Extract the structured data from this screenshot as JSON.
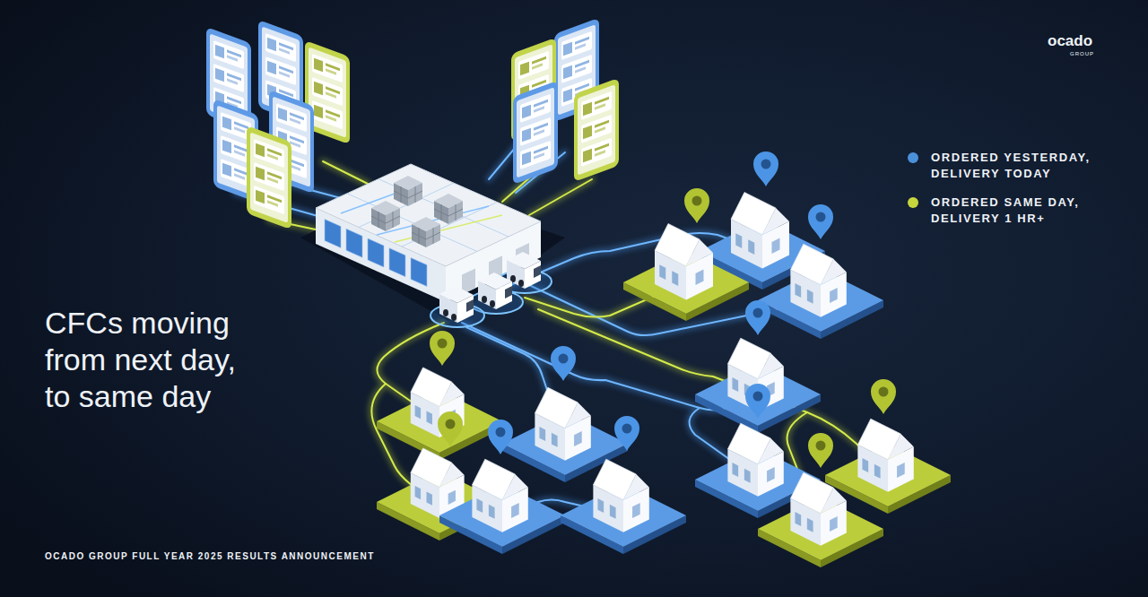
{
  "diagram": {
    "title": "CFCs moving from next day, to same day",
    "caption": "OCADO GROUP FULL YEAR 2025 RESULTS ANNOUNCEMENT",
    "labels": [
      "ocado",
      "GROUP"
    ],
    "legend": [
      {
        "text": "ORDERED YESTERDAY, DELIVERY TODAY",
        "color": "#4a90d9"
      },
      {
        "text": "ORDERED SAME DAY, DELIVERY 1 HR+",
        "color": "#c6d63c"
      }
    ]
  }
}
